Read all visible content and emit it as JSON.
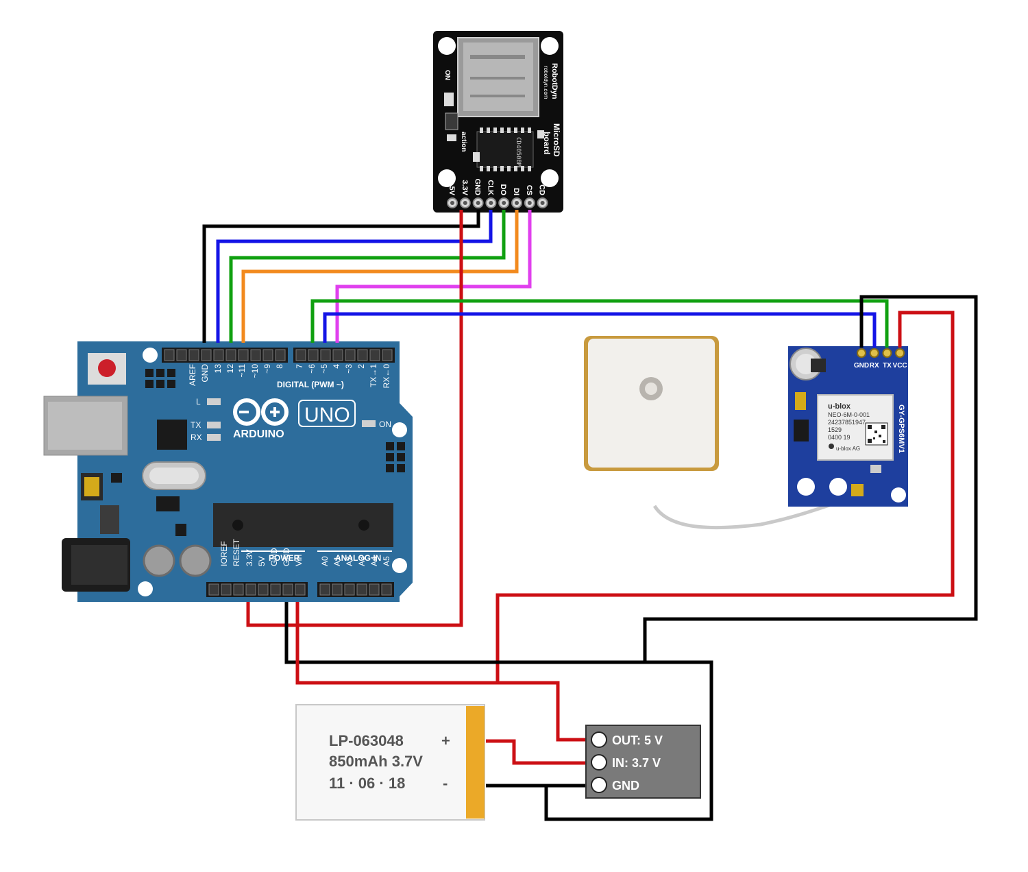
{
  "sd_module": {
    "brand": "RobotDyn",
    "site": "robotdyn.com",
    "title_line1": "MicroSD",
    "title_line2": "board",
    "led_label": "ON",
    "action_label": "action",
    "chip_label": "CD4050BM",
    "pins": [
      "5V",
      "3.3V",
      "GND",
      "CLK",
      "DO",
      "DI",
      "CS",
      "CD"
    ]
  },
  "arduino": {
    "logo_text": "ARDUINO",
    "model": "UNO",
    "digital_header": "DIGITAL (PWM ~)",
    "digital_pins": [
      "AREF",
      "GND",
      "13",
      "12",
      "~11",
      "~10",
      "~9",
      "8",
      "7",
      "~6",
      "~5",
      "4",
      "~3",
      "2",
      "TX→1",
      "RX←0"
    ],
    "led_labels": [
      "L",
      "TX",
      "RX",
      "ON"
    ],
    "power_header": "POWER",
    "power_pins": [
      "IOREF",
      "RESET",
      "3.3V",
      "5V",
      "GND",
      "GND",
      "Vin"
    ],
    "analog_header": "ANALOG IN",
    "analog_pins": [
      "A0",
      "A1",
      "A2",
      "A3",
      "A4",
      "A5"
    ]
  },
  "gps_module": {
    "pins": [
      "GND",
      "RX",
      "TX",
      "VCC"
    ],
    "board_label": "GY-GPS6MV1",
    "chip_brand": "u-blox",
    "chip_model": "NEO-6M-0-001",
    "chip_serial": "24237851947",
    "chip_date": "1529",
    "chip_code": "0400 19",
    "chip_footer": "u-blox AG"
  },
  "battery": {
    "line1": "LP-063048",
    "line2": "850mAh 3.7V",
    "line3": "11 · 06  · 18",
    "plus": "+",
    "minus": "-"
  },
  "converter": {
    "out_label": "OUT: 5 V",
    "in_label": "IN: 3.7 V",
    "gnd_label": "GND"
  },
  "colors": {
    "arduino_blue": "#2d6d9c",
    "black_wire": "#000000",
    "blue_wire": "#1414e6",
    "green_wire": "#10a010",
    "orange_wire": "#f28a1e",
    "magenta_wire": "#e040ee",
    "red_wire": "#cc0f14",
    "battery_tab": "#eba928",
    "converter_gray": "#7a7a7a"
  }
}
